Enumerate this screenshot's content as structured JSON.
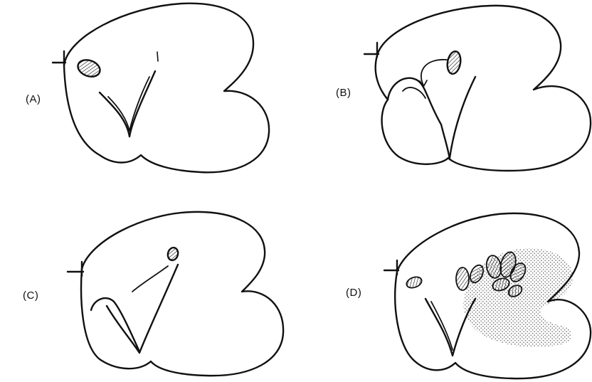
{
  "figure": {
    "colors": {
      "ink": "#111111",
      "stipple": "#6f6f6f",
      "background": "#ffffff"
    },
    "panels": [
      {
        "label": "(A)",
        "variant": "kernel-with-single-body"
      },
      {
        "label": "(B)",
        "variant": "kernel-with-curled-flap-and-arrow"
      },
      {
        "label": "(C)",
        "variant": "kernel-with-curled-flap-and-trail"
      },
      {
        "label": "(D)",
        "variant": "kernel-with-clustered-bodies-and-stippled-region"
      }
    ]
  }
}
